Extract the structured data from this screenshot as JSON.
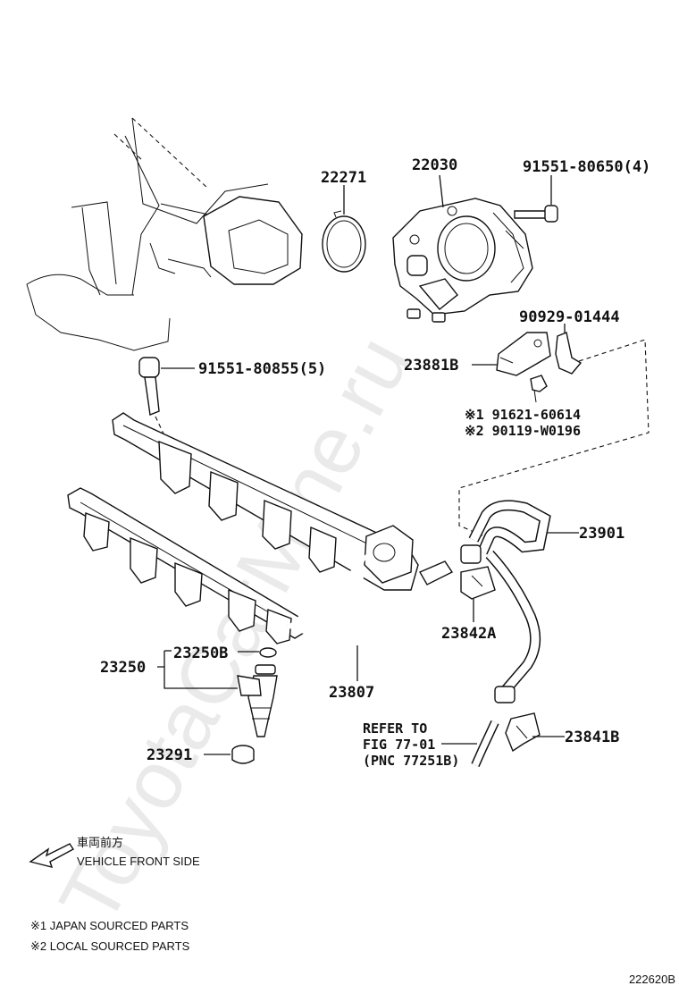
{
  "watermark": "ToyotaCarMine.ru",
  "labels": {
    "p22271": "22271",
    "p22030": "22030",
    "p91551_80650": "91551-80650(4)",
    "p90929_01444": "90929-01444",
    "p23881B": "23881B",
    "p91551_80855": "91551-80855(5)",
    "p91621_60614": "※1 91621-60614",
    "p90119_W0196": "※2 90119-W0196",
    "p23901": "23901",
    "p23842A": "23842A",
    "p23250B": "23250B",
    "p23250": "23250",
    "p23807": "23807",
    "p23291": "23291",
    "p23841B": "23841B",
    "refer1": "REFER TO",
    "refer2": "FIG 77-01",
    "refer3": "(PNC 77251B)"
  },
  "direction": {
    "japanese": "車両前方",
    "english": "VEHICLE FRONT SIDE"
  },
  "notes": [
    "※1 JAPAN SOURCED PARTS",
    "※2 LOCAL SOURCED PARTS"
  ],
  "figure_code": "222620B"
}
